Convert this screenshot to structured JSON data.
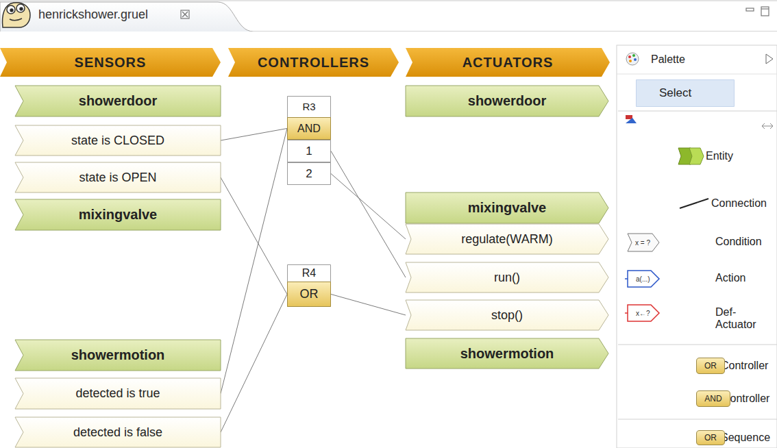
{
  "diagram": {
    "nodes": [
      {
        "text": [
          "henrickshower.gruel"
        ]
      },
      {
        "text": [
          "SENSORS"
        ]
      },
      {
        "text": [
          "CONTROLLERS"
        ]
      },
      {
        "text": [
          "ACTUATORS"
        ]
      },
      {
        "text": [
          "showerdoor"
        ]
      },
      {
        "text": [
          "state is CLOSED"
        ]
      },
      {
        "text": [
          "state is OPEN"
        ]
      },
      {
        "text": [
          "mixingvalve"
        ]
      },
      {
        "text": [
          "showermotion"
        ]
      },
      {
        "text": [
          "detected is true"
        ]
      },
      {
        "text": [
          "detected is false"
        ]
      },
      {
        "text": [
          "R3"
        ]
      },
      {
        "text": [
          "AND"
        ],
        "in": 11
      },
      {
        "text": [
          "1"
        ],
        "in": 11
      },
      {
        "text": [
          "2"
        ],
        "in": 11
      },
      {
        "text": [
          "R4"
        ]
      },
      {
        "text": [
          "OR"
        ],
        "in": 15
      },
      {
        "text": [
          "showerdoor"
        ]
      },
      {
        "text": [
          "mixingvalve"
        ]
      },
      {
        "text": [
          "regulate(WARM)"
        ]
      },
      {
        "text": [
          "run()"
        ]
      },
      {
        "text": [
          "stop()"
        ]
      },
      {
        "text": [
          "showermotion"
        ]
      },
      {
        "text": [
          "Palette"
        ]
      },
      {
        "text": [
          "Select"
        ],
        "in": 23
      },
      {
        "text": [
          "Entity"
        ],
        "in": 23
      },
      {
        "text": [
          "Connection"
        ],
        "in": 23
      },
      {
        "text": [
          "Condition"
        ],
        "in": 23
      },
      {
        "text": [
          "Action"
        ],
        "in": 23
      },
      {
        "text": [
          "Def-Actuator"
        ],
        "in": 23
      },
      {
        "text": [
          "Controller"
        ],
        "in": 23
      },
      {
        "text": [
          "OR"
        ],
        "in": 30
      },
      {
        "text": [
          "Controller"
        ],
        "in": 23
      },
      {
        "text": [
          "AND"
        ],
        "in": 32
      },
      {
        "text": [
          "Sequence"
        ],
        "in": 23
      },
      {
        "text": [
          "OR"
        ],
        "in": 34
      }
    ],
    "edges": [
      {
        "from": 5,
        "to": 12,
        "arrow": "none"
      },
      {
        "from": 9,
        "to": 12,
        "arrow": "none"
      },
      {
        "from": 6,
        "to": 16,
        "arrow": "none"
      },
      {
        "from": 10,
        "to": 16,
        "arrow": "none"
      },
      {
        "from": 13,
        "to": 20,
        "arrow": "none"
      },
      {
        "from": 14,
        "to": 19,
        "arrow": "none"
      },
      {
        "from": 16,
        "to": 21,
        "arrow": "none"
      }
    ],
    "labels": [
      "x = ?",
      "a(...)",
      "x←?"
    ]
  }
}
